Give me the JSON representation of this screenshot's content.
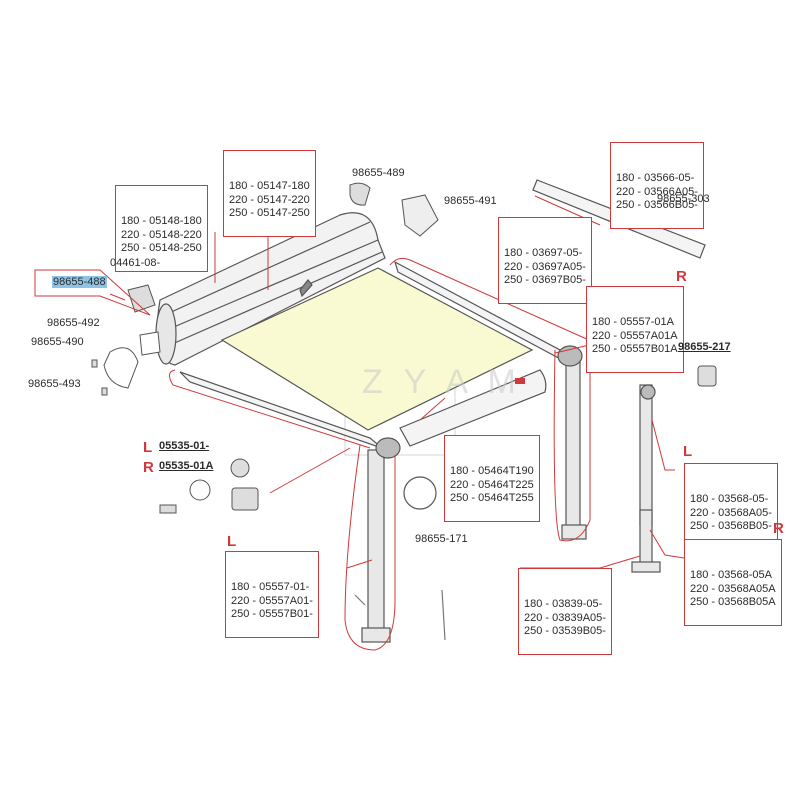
{
  "part_labels": {
    "l_05147": [
      "180 - 05147-180",
      "220 - 05147-220",
      "250 - 05147-250"
    ],
    "l_05148": [
      "180 - 05148-180",
      "220 - 05148-220",
      "250 - 05148-250"
    ],
    "p_98655_489": "98655-489",
    "p_98655_491": "98655-491",
    "l_03566": [
      "180 - 03566-05-",
      "220 - 03566A05-",
      "250 - 03566B05-"
    ],
    "l_03697": [
      "180 - 03697-05-",
      "220 - 03697A05-",
      "250 - 03697B05-"
    ],
    "p_98655_303": "98655-303",
    "p_04461": "04461-08-",
    "p_98655_488": "98655-488",
    "p_98655_492": "98655-492",
    "p_98655_490": "98655-490",
    "p_98655_493": "98655-493",
    "l_05557_R": [
      "180 - 05557-01A",
      "220 - 05557A01A",
      "250 - 05557B01A"
    ],
    "p_98655_217": "98655-217",
    "side_R": "R",
    "side_L": "L",
    "p_05535_L": "05535-01-",
    "p_05535_R": "05535-01A",
    "l_05464": [
      "180 - 05464T190",
      "220 - 05464T225",
      "250 - 05464T255"
    ],
    "l_03568_L": [
      "180 - 03568-05-",
      "220 - 03568A05-",
      "250 - 03568B05-"
    ],
    "p_98655_171": "98655-171",
    "l_03568_R": [
      "180 - 03568-05A",
      "220 - 03568A05A",
      "250 - 03568B05A"
    ],
    "l_05557_L": [
      "180 - 05557-01-",
      "220 - 05557A01-",
      "250 - 05557B01-"
    ],
    "l_03839": [
      "180 - 03839-05-",
      "220 - 03839A05-",
      "250 - 03539B05-"
    ],
    "watermark": "Z Y A M"
  },
  "colors": {
    "callout": "#d0393b",
    "fabric": "#fafad2",
    "highlight": "#8fc3e6",
    "line": "#555555"
  },
  "icons": [
    "awning-drawing",
    "leg-drawing",
    "end-cap-drawing",
    "bracket-drawing"
  ]
}
